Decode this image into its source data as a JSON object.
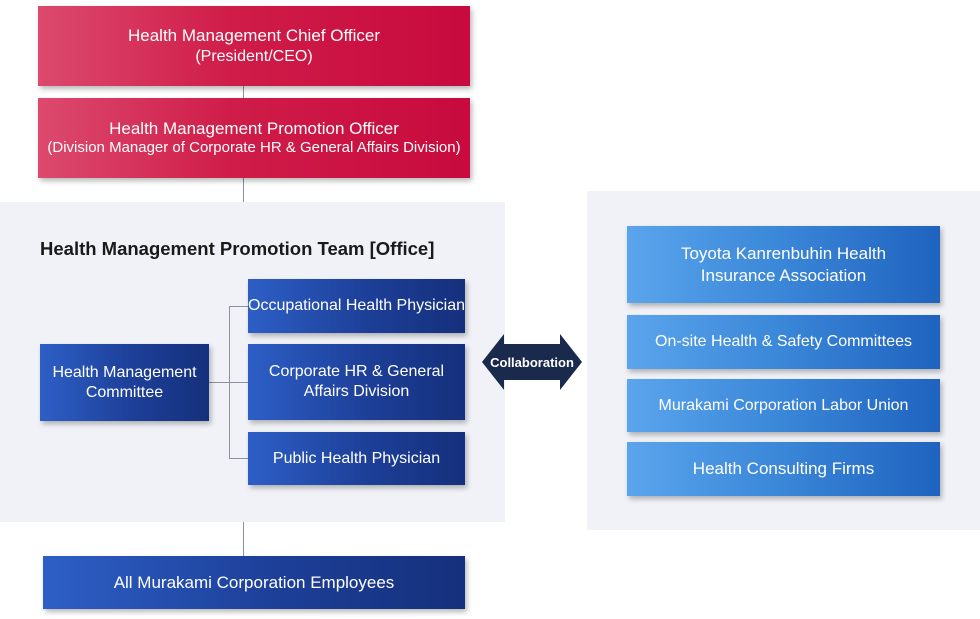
{
  "top": {
    "chief_line1": "Health Management Chief Officer",
    "chief_line2": "(President/CEO)",
    "promo_line1": "Health Management Promotion Officer",
    "promo_line2": "(Division Manager of Corporate HR & General Affairs Division)"
  },
  "team": {
    "title": "Health Management Promotion Team [Office]",
    "committee_line1": "Health Management",
    "committee_line2": "Committee",
    "members": [
      {
        "line1": "Occupational Health Physician",
        "line2": ""
      },
      {
        "line1": "Corporate HR & General",
        "line2": "Affairs Division"
      },
      {
        "line1": "Public Health Physician",
        "line2": ""
      }
    ]
  },
  "collaboration": {
    "label": "Collaboration"
  },
  "partners": [
    {
      "line1": "Toyota Kanrenbuhin Health",
      "line2": "Insurance Association"
    },
    {
      "line1": "On-site Health & Safety Committees",
      "line2": ""
    },
    {
      "line1": "Murakami Corporation Labor Union",
      "line2": ""
    },
    {
      "line1": "Health Consulting Firms",
      "line2": ""
    }
  ],
  "bottom": {
    "label": "All Murakami Corporation Employees"
  },
  "colors": {
    "red": "#cf1c48",
    "navy": "#1d3f98",
    "light_blue": "#3a86d8",
    "panel": "#f0f2f7",
    "connector": "#8c93a0"
  }
}
